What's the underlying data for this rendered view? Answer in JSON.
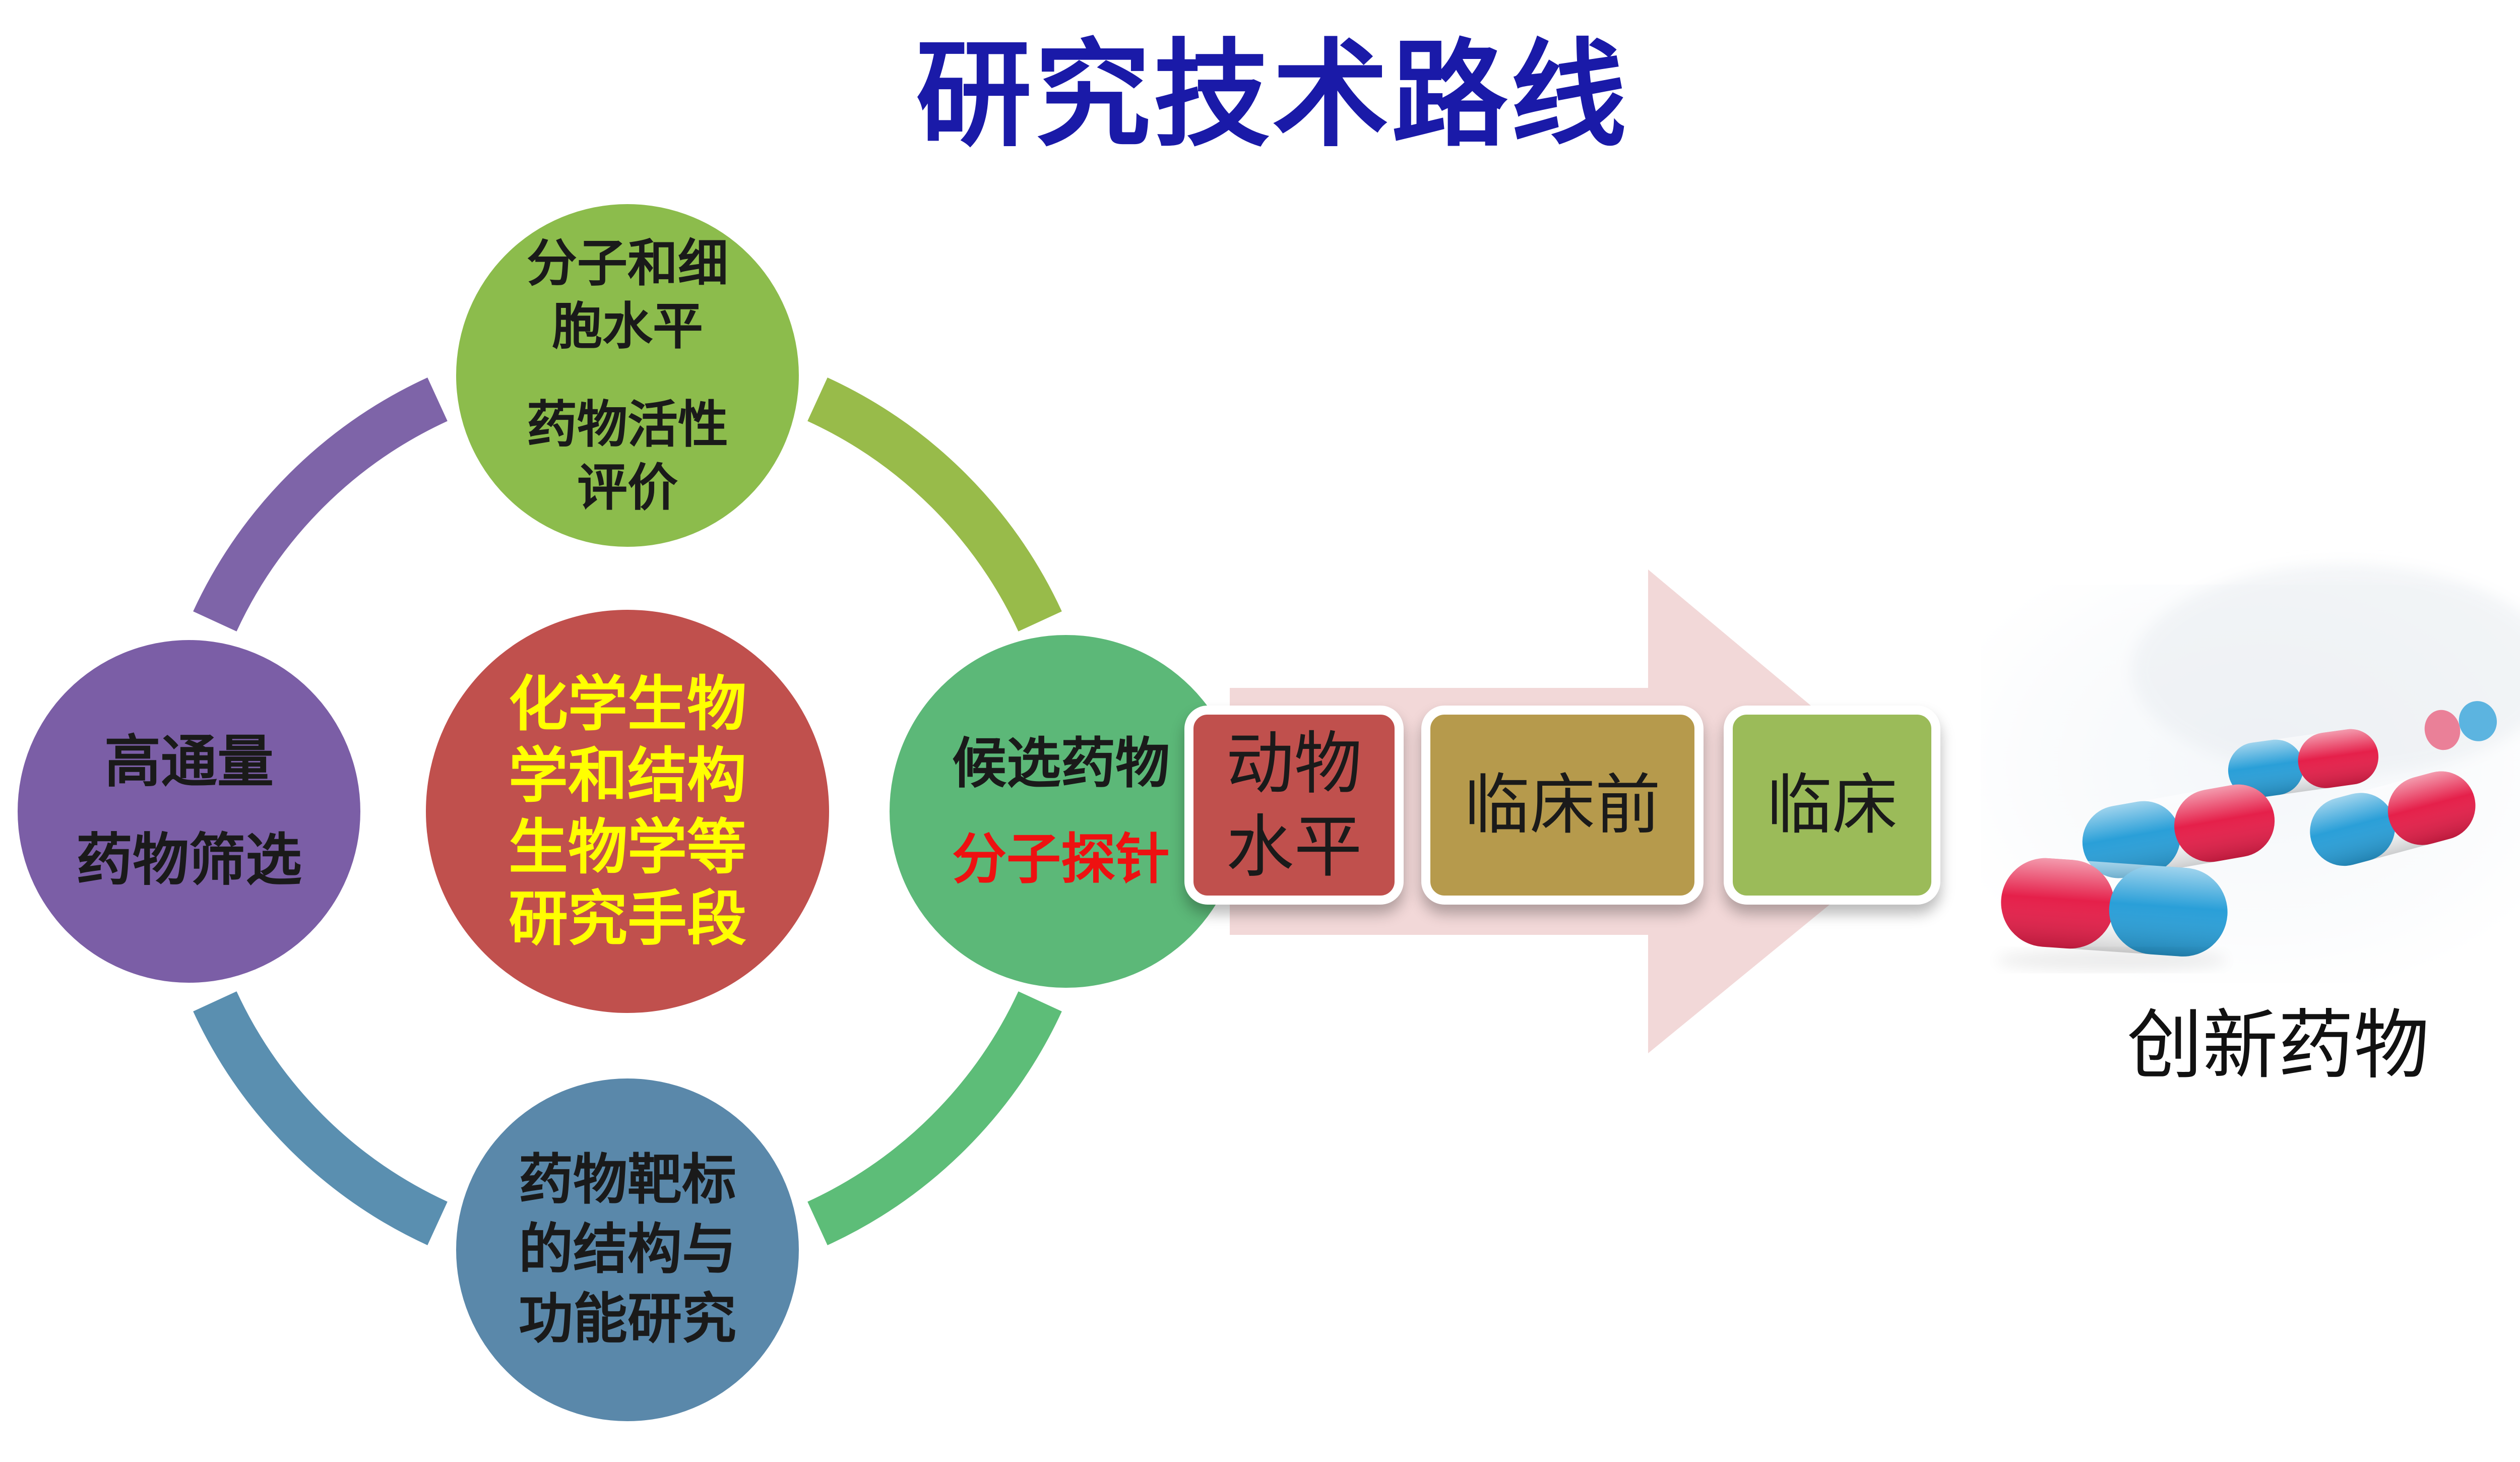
{
  "title": "研究技术路线",
  "colors": {
    "title": "#1a1aa8",
    "ring_purple": "#7e64a8",
    "ring_green_light": "#98bb4a",
    "ring_green": "#5dbd78",
    "ring_blue": "#5a8fb0",
    "node_green": "#8cbc4c",
    "node_purple": "#7b5ea6",
    "node_red": "#c0504d",
    "node_teal": "#5cb878",
    "node_blue": "#5a88aa",
    "center_text": "#ffff00",
    "probe_text": "#ee1111",
    "arrow": "#f2d8d8",
    "box_animal": "#c0504d",
    "box_preclinical": "#b69a4c",
    "box_clinical": "#9bbb59",
    "capsule_red": "#e5204a",
    "capsule_blue": "#2a9fd8"
  },
  "nodes": {
    "top": {
      "lines": [
        "分子和细",
        "胞水平"
      ],
      "lines2": [
        "药物活性",
        "评价"
      ]
    },
    "left": {
      "line1": "高通量",
      "line2": "药物筛选"
    },
    "center": {
      "lines": [
        "化学生物",
        "学和结构",
        "生物学等",
        "研究手段"
      ]
    },
    "right": {
      "line1": "候选药物",
      "line2": "分子探针"
    },
    "bottom": {
      "lines": [
        "药物靶标",
        "的结构与",
        "功能研究"
      ]
    }
  },
  "stages": [
    {
      "label_lines": [
        "动物",
        "水平"
      ]
    },
    {
      "label_lines": [
        "临床前"
      ]
    },
    {
      "label_lines": [
        "临床"
      ]
    }
  ],
  "product": {
    "label": "创新药物",
    "image_icon": "capsules-icon"
  }
}
